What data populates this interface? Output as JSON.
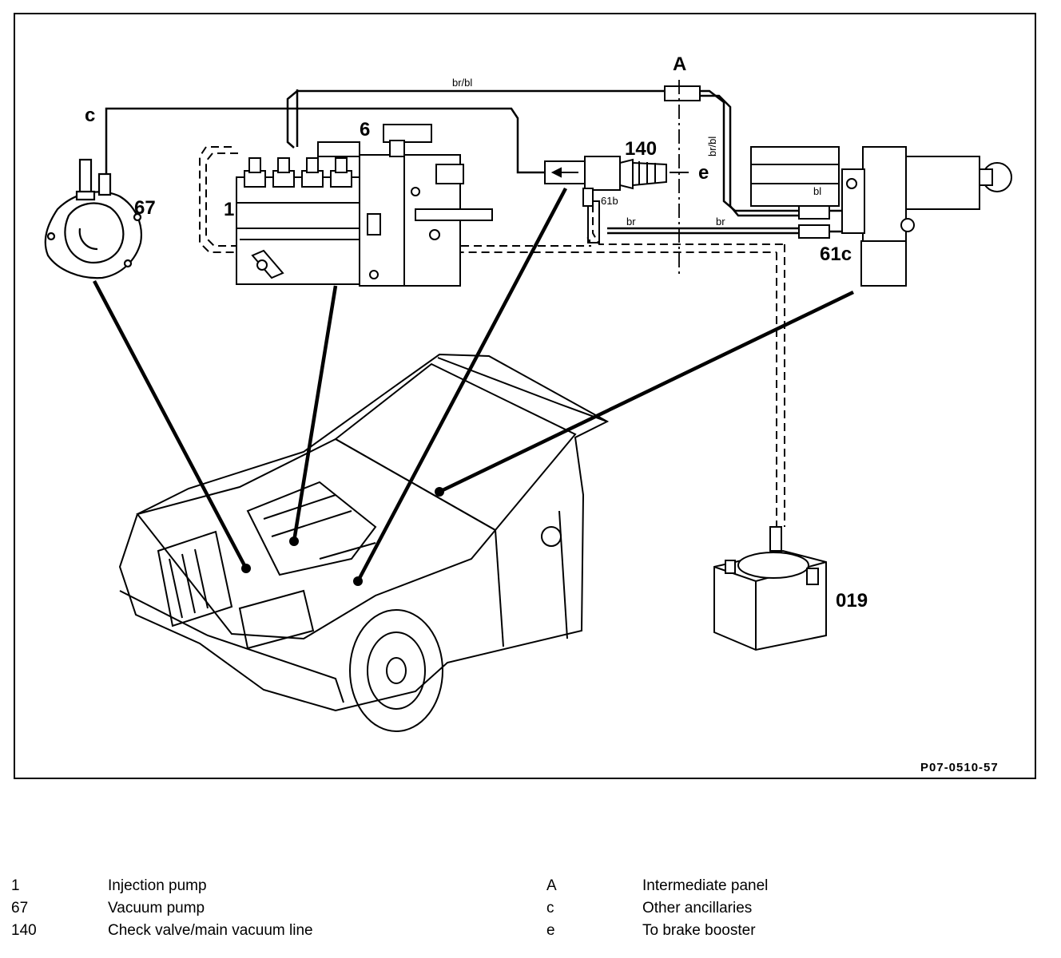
{
  "figure": {
    "id": "P07-0510-57",
    "labels": {
      "A": "A",
      "c": "c",
      "e": "e",
      "n1": "1",
      "n6": "6",
      "n67": "67",
      "n140": "140",
      "n61b": "61b",
      "n61c": "61c",
      "n019": "019"
    },
    "lines": {
      "br_bl_top": "br/bl",
      "br_bl_vertical": "br/bl",
      "bl": "bl",
      "br_left": "br",
      "br_right": "br"
    }
  },
  "legend": {
    "left": [
      {
        "key": "1",
        "text": "Injection pump"
      },
      {
        "key": "67",
        "text": "Vacuum pump"
      },
      {
        "key": "140",
        "text": "Check valve/main vacuum line"
      }
    ],
    "right": [
      {
        "key": "A",
        "text": "Intermediate panel"
      },
      {
        "key": "c",
        "text": "Other ancillaries"
      },
      {
        "key": "e",
        "text": "To brake booster"
      }
    ]
  }
}
